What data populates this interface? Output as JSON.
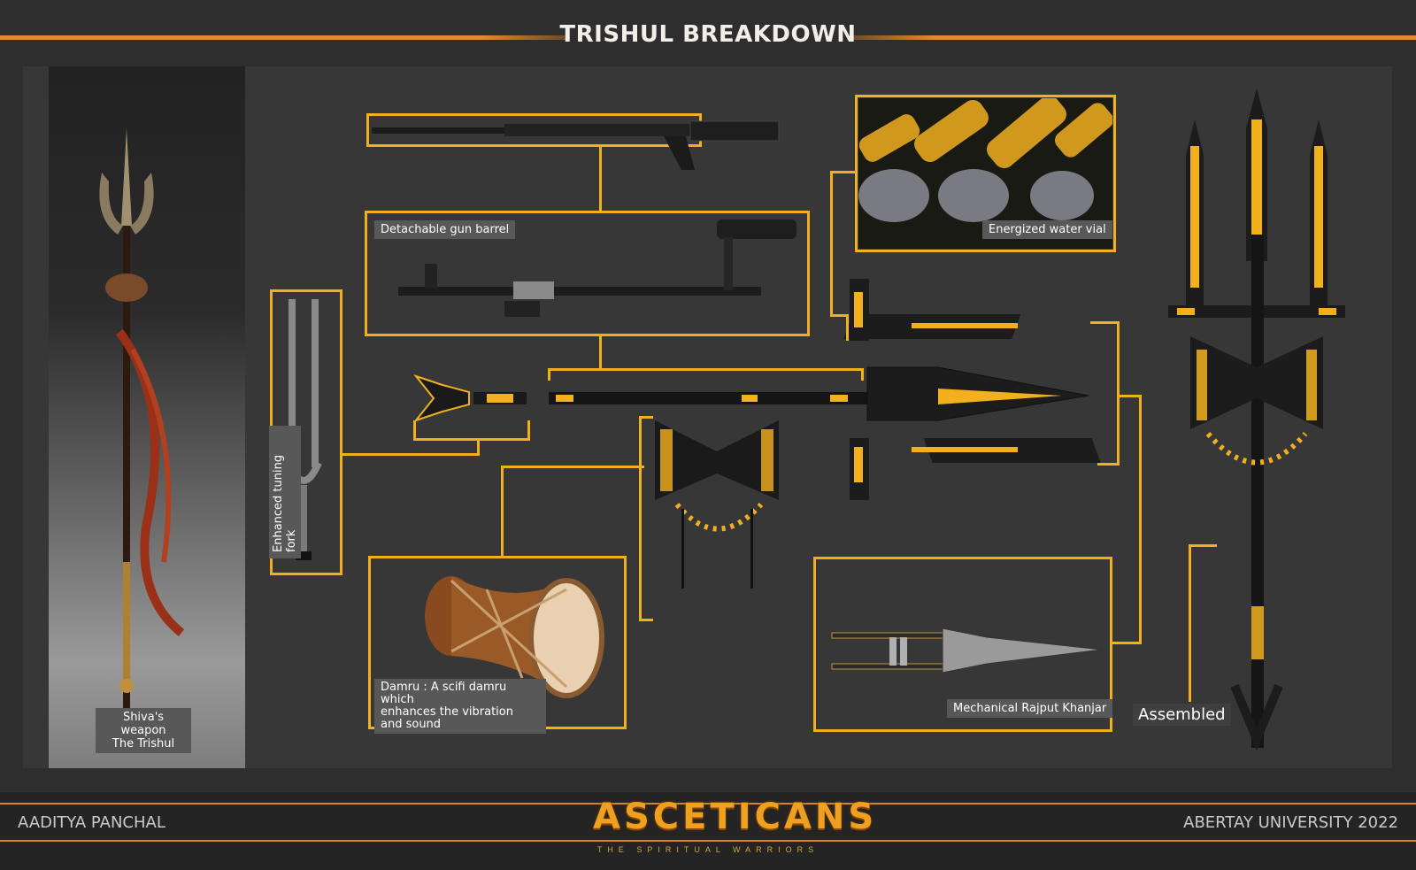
{
  "header": {
    "title": "TRISHUL BREAKDOWN"
  },
  "portrait": {
    "caption_line1": "Shiva's weapon",
    "caption_line2": "The Trishul"
  },
  "parts": {
    "gun_barrel": "Detachable gun barrel",
    "tuning_fork": "Enhanced tuning fork",
    "water_vial": "Energized water vial",
    "damru_line1": "Damru : A scifi damru which",
    "damru_line2": "enhances the vibration",
    "damru_line3": "and sound",
    "khanjar": "Mechanical Rajput Khanjar",
    "assembled": "Assembled"
  },
  "footer": {
    "author": "AADITYA PANCHAL",
    "brand": "ASCETICANS",
    "brand_sub": "THE SPIRITUAL WARRIORS",
    "school": "ABERTAY UNIVERSITY 2022"
  },
  "colors": {
    "accent": "#f2b01e",
    "rule": "#e08a30",
    "background": "#2e2e2e",
    "panel": "#373737"
  }
}
